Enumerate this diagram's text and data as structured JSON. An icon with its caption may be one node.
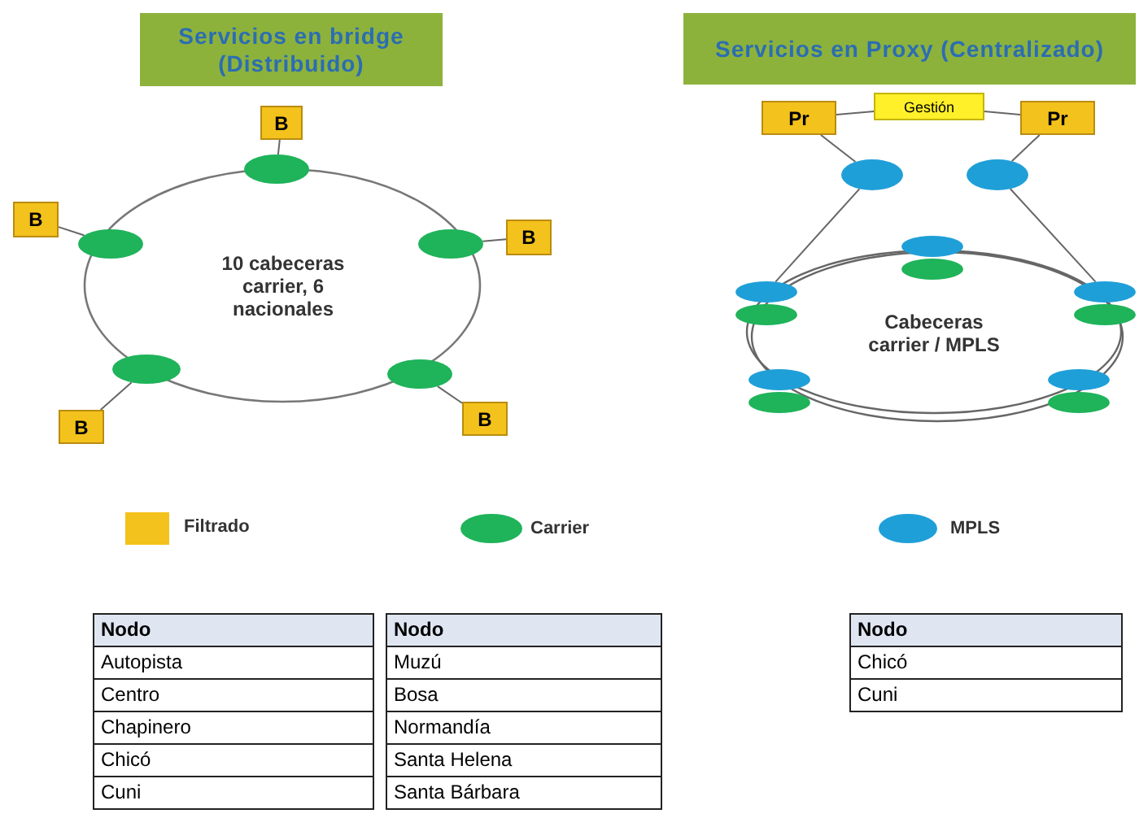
{
  "diagram": {
    "nodes": [
      {
        "text": [
          "Servicios en bridge (Distribuido)"
        ]
      },
      {
        "text": [
          "B"
        ]
      },
      {
        "text": [],
        "shape": "ellipse"
      },
      {
        "text": [
          "B"
        ]
      },
      {
        "text": [],
        "shape": "ellipse"
      },
      {
        "text": [],
        "shape": "ellipse"
      },
      {
        "text": [
          "B"
        ]
      },
      {
        "text": [
          "10 cabeceras carrier, 6 nacionales"
        ]
      },
      {
        "text": [],
        "shape": "ellipse"
      },
      {
        "text": [
          "B"
        ]
      },
      {
        "text": [],
        "shape": "ellipse"
      },
      {
        "text": [
          "B"
        ]
      },
      {
        "text": [
          "Servicios en Proxy (Centralizado)"
        ]
      },
      {
        "text": [
          "Pr"
        ]
      },
      {
        "text": [
          "Gestión"
        ]
      },
      {
        "text": [
          "Pr"
        ]
      },
      {
        "text": [],
        "shape": "ellipse"
      },
      {
        "text": [],
        "shape": "ellipse"
      },
      {
        "text": [],
        "shape": "ellipse"
      },
      {
        "text": [],
        "shape": "ellipse"
      },
      {
        "text": [],
        "shape": "ellipse"
      },
      {
        "text": [],
        "shape": "ellipse"
      },
      {
        "text": [],
        "shape": "ellipse"
      },
      {
        "text": [],
        "shape": "ellipse"
      },
      {
        "text": [
          "Cabeceras carrier / MPLS"
        ]
      },
      {
        "text": [],
        "shape": "ellipse"
      },
      {
        "text": [],
        "shape": "ellipse"
      },
      {
        "text": [],
        "shape": "ellipse"
      },
      {
        "text": [],
        "shape": "ellipse"
      }
    ],
    "edges": [
      {
        "from": 1,
        "to": 2,
        "arrow": "none"
      },
      {
        "from": 3,
        "to": 4,
        "arrow": "none"
      },
      {
        "from": 6,
        "to": 5,
        "arrow": "none"
      },
      {
        "from": 9,
        "to": 8,
        "arrow": "none"
      },
      {
        "from": 11,
        "to": 10,
        "arrow": "none"
      },
      {
        "from": 13,
        "to": 14,
        "arrow": "none"
      },
      {
        "from": 14,
        "to": 15,
        "arrow": "none"
      },
      {
        "from": 13,
        "to": 16,
        "arrow": "none"
      },
      {
        "from": 15,
        "to": 17,
        "arrow": "none"
      },
      {
        "from": 16,
        "to": 20,
        "arrow": "none"
      },
      {
        "from": 17,
        "to": 22,
        "arrow": "none"
      }
    ],
    "labels": [
      "Nodo",
      "Autopista",
      "Centro",
      "Chapinero",
      "Chicó",
      "Cuni",
      "Nodo",
      "Muzú",
      "Bosa",
      "Normandía",
      "Santa Helena",
      "Santa Bárbara",
      "Nodo",
      "Chicó",
      "Cuni"
    ],
    "legend": [
      {
        "text": "Filtrado",
        "color": "#f4c21c"
      },
      {
        "text": "Carrier",
        "color": "#1fb35a"
      },
      {
        "text": "MPLS",
        "color": "#1f9fd8"
      }
    ]
  }
}
